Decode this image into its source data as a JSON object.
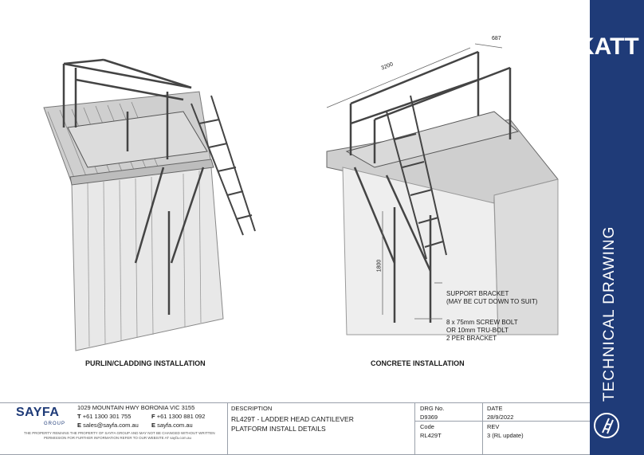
{
  "brand": {
    "logo_text": "KATT"
  },
  "sidebar": {
    "title": "TECHNICAL DRAWING"
  },
  "drawings": {
    "left_caption": "PURLIN/CLADDING INSTALLATION",
    "right_caption": "CONCRETE INSTALLATION",
    "dims": {
      "length": "3200",
      "depth": "687",
      "bracket_height": "1800"
    },
    "notes": {
      "support_bracket": [
        "SUPPORT BRACKET",
        "(MAY BE CUT DOWN TO SUIT)"
      ],
      "bolts": [
        "8 x 75mm SCREW BOLT",
        "OR 10mm TRU-BOLT",
        "2 PER BRACKET"
      ]
    }
  },
  "title_block": {
    "company_logo": "SAYFA",
    "company_group": "GROUP",
    "address": "1029 MOUNTAIN HWY BORONIA VIC 3155",
    "phone_label": "T",
    "phone": "+61 1300 301 755",
    "fax_label": "F",
    "fax": "+61 1300 881 092",
    "email_label": "E",
    "email": "sales@sayfa.com.au",
    "web_label": "E",
    "web": "sayfa.com.au",
    "disclaimer": [
      "THE PROPERTY REMAINS THE PROPERTY OF SAYFA GROUP AND MAY NOT BE CHANGED WITHOUT WRITTEN",
      "PERMISSION FOR FURTHER INFORMATION REFER TO OUR WEBSITE AT sayfa.com.au"
    ],
    "description_label": "DESCRIPTION",
    "description": [
      "RL429T - LADDER HEAD CANTILEVER",
      "PLATFORM INSTALL DETAILS"
    ],
    "drg_no_label": "DRG No.",
    "drg_no": "D9369",
    "date_label": "DATE",
    "date": "28/9/2022",
    "code_label": "Code",
    "code": "RL429T",
    "rev_label": "REV",
    "rev": "3 (RL update)"
  },
  "colors": {
    "sidebar": "#1f3b78",
    "drawing_line": "#555555"
  }
}
